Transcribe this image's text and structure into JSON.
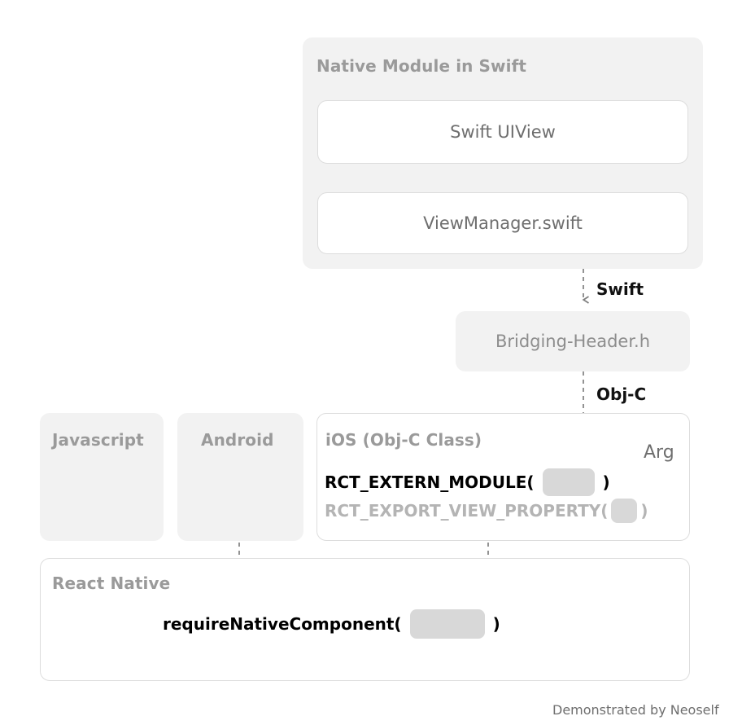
{
  "diagram": {
    "title_text": "Native Module in Swift",
    "footer": "Demonstrated by Neoself"
  },
  "groups": {
    "native_module_swift": {
      "label": "Native Module in Swift",
      "children": [
        {
          "label": "Swift UIView"
        },
        {
          "label": "ViewManager.swift"
        }
      ]
    },
    "bridging_header": {
      "label": "Bridging-Header.h"
    },
    "javascript": {
      "label": "Javascript"
    },
    "android": {
      "label": "Android"
    },
    "ios": {
      "label": "iOS (Obj-C Class)",
      "lines": [
        {
          "prefix": "RCT_EXTERN_MODULE(",
          "suffix": ")",
          "style": "dark"
        },
        {
          "prefix": "RCT_EXPORT_VIEW_PROPERTY(",
          "suffix": ")",
          "style": "muted"
        }
      ]
    },
    "react_native": {
      "label": "React Native",
      "lines": [
        {
          "prefix": "requireNativeComponent(",
          "suffix": ")",
          "style": "dark"
        }
      ]
    }
  },
  "edges": {
    "swift_label": "Swift",
    "objc_label": "Obj-C",
    "arg_label": "Arg"
  },
  "colors": {
    "surface": "#f2f2f2",
    "outline": "#dddddd",
    "muted_text": "#9a9a9a",
    "body_text": "#6e6e6e",
    "strong_text": "#000000",
    "slot": "#d8d8d8",
    "connector": "#808080"
  }
}
